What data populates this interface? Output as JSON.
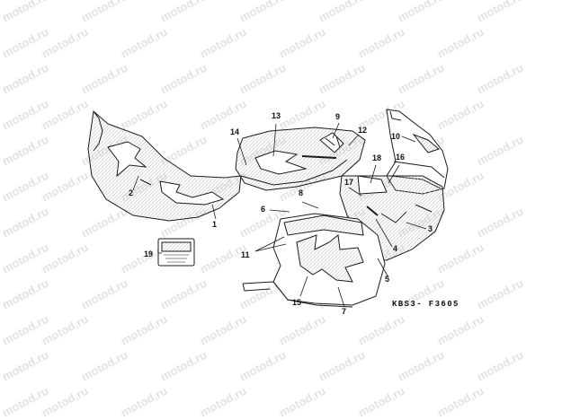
{
  "watermark": "motod.ru",
  "diagram_code": "KBS3- F3605",
  "callouts": [
    "1",
    "2",
    "3",
    "4",
    "5",
    "6",
    "7",
    "8",
    "9",
    "10",
    "11",
    "12",
    "13",
    "14",
    "15",
    "16",
    "17",
    "18",
    "19"
  ],
  "colors": {
    "line": "#1a1a1a",
    "watermark": "#e2e2e2",
    "hatch": "#bdbdbd"
  }
}
